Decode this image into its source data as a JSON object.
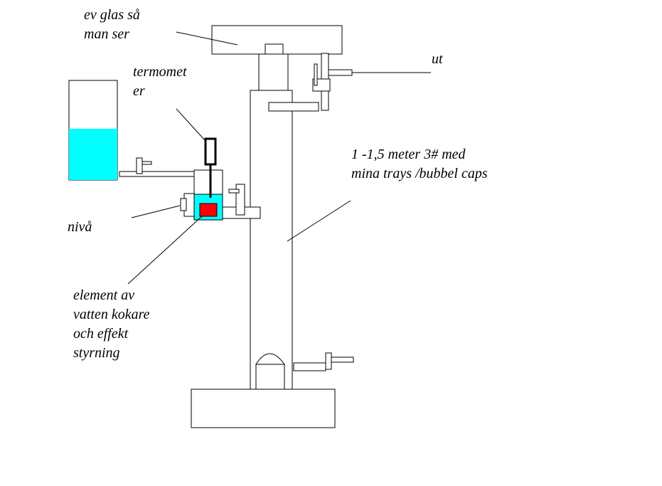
{
  "colors": {
    "stroke": "#000000",
    "water": "#00ffff",
    "element": "#ff0000",
    "background": "#ffffff"
  },
  "labels": {
    "glass": [
      "ev glas så",
      "man ser"
    ],
    "thermometer": [
      "termomet",
      "er"
    ],
    "outlet": "ut",
    "column": [
      "1 -1,5 meter 3# med",
      "mina trays /bubbel caps"
    ],
    "level": "nivå",
    "element": [
      "element av",
      "vatten kokare",
      "och effekt",
      "styrning"
    ]
  }
}
